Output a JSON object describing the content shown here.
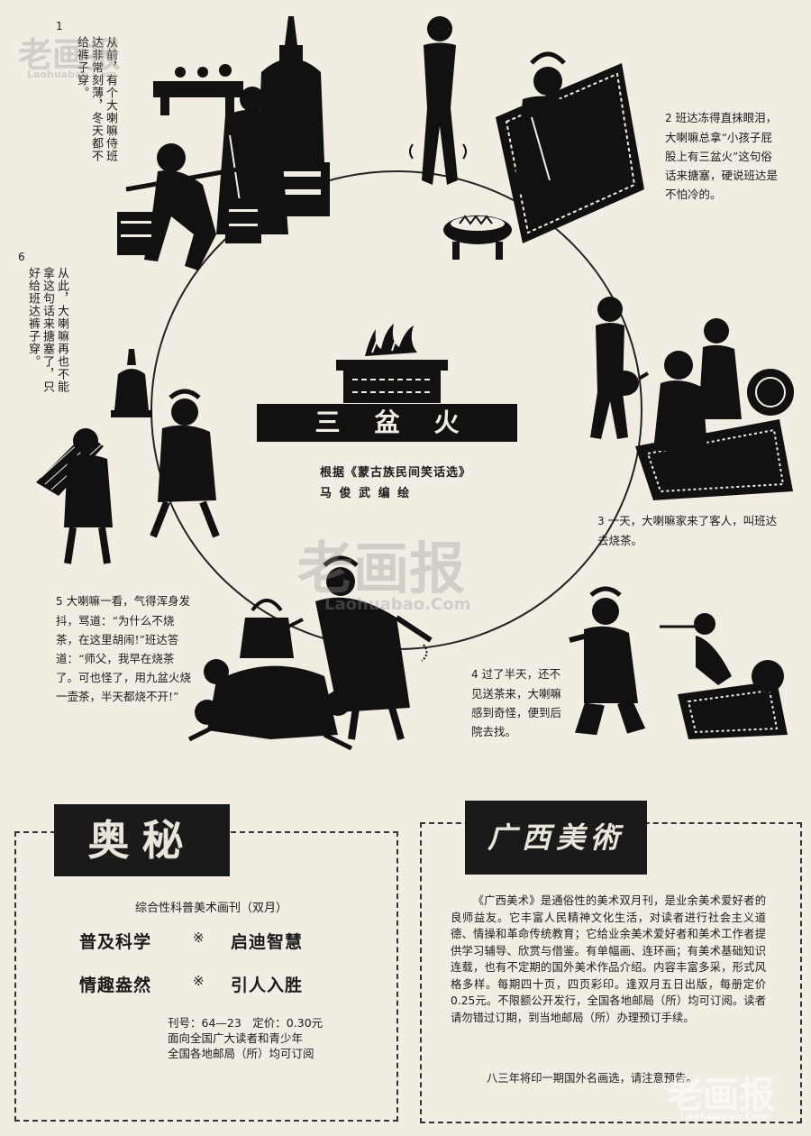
{
  "comic": {
    "title": "三盆火",
    "credit_source": "根据《蒙古族民间笑话选》",
    "credit_author": "马 俊 武 编 绘",
    "panels": [
      {
        "num": "1",
        "text": "从前，有个大喇嘛侍班达非常刻薄，冬天都不给裤子穿。"
      },
      {
        "num": "2",
        "text": "班达冻得直抹眼泪，大喇嘛总拿“小孩子屁股上有三盆火”这句俗话来搪塞，硬说班达是不怕冷的。"
      },
      {
        "num": "3",
        "text": "一天，大喇嘛家来了客人，叫班达去烧茶。"
      },
      {
        "num": "4",
        "text": "过了半天，还不见送茶来，大喇嘛感到奇怪，便到后院去找。"
      },
      {
        "num": "5",
        "text": "大喇嘛一看，气得浑身发抖，骂道：“为什么不烧茶，在这里胡闹!”班达答道：“师父，我早在烧茶了。可也怪了，用九盆火烧一壶茶，半天都烧不开!”"
      },
      {
        "num": "6",
        "text": "从此，大喇嘛再也不能拿这句话来搪塞了，只好给班达裤子穿。"
      }
    ]
  },
  "ad_left": {
    "logo": "奥秘",
    "subtitle": "综合性科普美术画刊（双月）",
    "slogan_row1_left": "普及科学",
    "slogan_row1_right": "启迪智慧",
    "slogan_row2_left": "情趣盎然",
    "slogan_row2_right": "引人入胜",
    "separator": "※",
    "pub_line1": "刊号：64—23　定价：0.30元",
    "pub_line2": "面向全国广大读者和青少年",
    "pub_line3": "全国各地邮局（所）均可订阅"
  },
  "ad_right": {
    "logo": "广西美術",
    "body": "《广西美术》是通俗性的美术双月刊，是业余美术爱好者的良师益友。它丰富人民精神文化生活，对读者进行社会主义道德、情操和革命传统教育；它给业余美术爱好者和美术工作者提供学习辅导、欣赏与借鉴。有单幅画、连环画；有美术基础知识连载，也有不定期的国外美术作品介绍。内容丰富多采，形式风格多样。每期四十页，四页彩印。逢双月五日出版，每册定价0.25元。不限额公开发行，全国各地邮局（所）均可订阅。读者请勿错过订期，到当地邮局（所）办理预订手续。",
    "note": "八三年将印一期国外名画选，请注意预告。"
  },
  "watermark": {
    "name": "老画报",
    "url": "Laohuabao.Com"
  }
}
